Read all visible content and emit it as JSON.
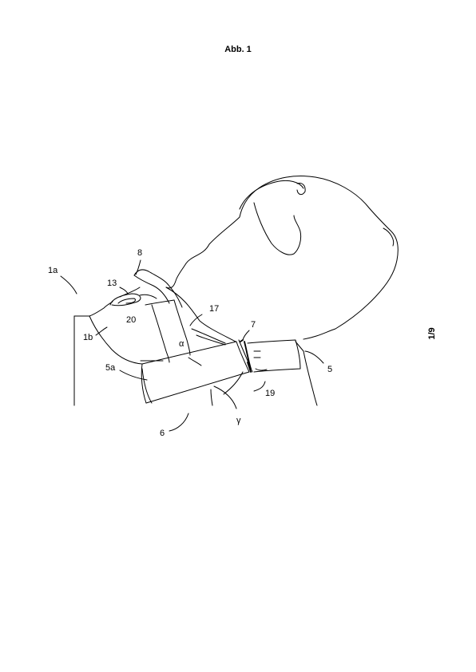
{
  "figure": {
    "title": "Abb. 1",
    "sheet": "1/9"
  },
  "reference_labels": {
    "r1a": "1a",
    "r1b": "1b",
    "r5": "5",
    "r5a": "5a",
    "r6": "6",
    "r7": "7",
    "r8": "8",
    "r13": "13",
    "r17": "17",
    "r19": "19",
    "r20": "20",
    "alpha": "α",
    "gamma": "γ"
  }
}
